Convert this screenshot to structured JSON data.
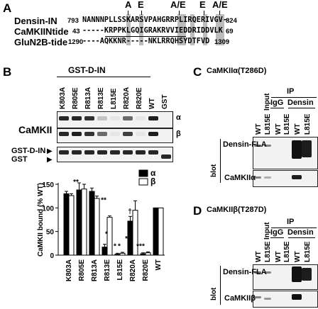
{
  "panelA": {
    "letter": "A",
    "rows": [
      {
        "name": "Densin-IN",
        "start": "793",
        "seq": "NANNNPLLSSKARSVPAHGRRPLIRQERIVGV-",
        "end": "824"
      },
      {
        "name": "CaMKIINtide",
        "start": "43",
        "seq": "-----KRPPKLGQIGRAKRVVIEDDRIDDVLK",
        "end": "69"
      },
      {
        "name": "GluN2B-tide",
        "start": "1290",
        "seq": "----AQKKNR-----NKLRRQHSYDTFVD",
        "end": "1309"
      }
    ],
    "mutation_labels": [
      "A",
      "E",
      "A/E",
      "E",
      "A/E"
    ]
  },
  "panelB": {
    "letter": "B",
    "header": "GST-D-IN",
    "lanes": [
      "K803A",
      "R805E",
      "R813A",
      "R813E",
      "L815E",
      "R820A",
      "R820E",
      "WT",
      "GST"
    ],
    "blot_label": "CaMKII",
    "alpha": "α",
    "beta": "β",
    "gst_din_label": "GST-D-IN",
    "gst_label": "GST",
    "chart_data": {
      "type": "bar",
      "ylabel": "CaMKII bound (% WT)",
      "ylim": [
        0,
        150
      ],
      "yticks": [
        "0",
        "50",
        "100",
        "150"
      ],
      "categories": [
        "K803A",
        "R805E",
        "R813A",
        "R813E",
        "L815E",
        "R820A",
        "R820E",
        "WT"
      ],
      "series": [
        {
          "name": "α",
          "color": "#000000",
          "values": [
            130,
            138,
            135,
            17,
            2,
            72,
            3,
            100
          ],
          "errors": [
            5,
            15,
            7,
            6,
            2,
            10,
            2,
            0
          ]
        },
        {
          "name": "β",
          "color": "#ffffff",
          "values": [
            126,
            140,
            120,
            80,
            4,
            95,
            5,
            100
          ],
          "errors": [
            4,
            10,
            5,
            3,
            2,
            20,
            2,
            0
          ]
        }
      ],
      "annotations": [
        "**",
        "**",
        "*",
        "*",
        "†",
        "**",
        "*",
        "**",
        "*"
      ]
    }
  },
  "panelC": {
    "letter": "C",
    "title": "CaMKIIα(T286D)",
    "input": "Input",
    "ip": "IP",
    "igg": "IgG",
    "densin": "Densin",
    "lanes": [
      "WT",
      "L815E",
      "WT",
      "L815E",
      "WT",
      "L815E"
    ],
    "rows": [
      "Densin-FLA",
      "CaMKIIα"
    ],
    "blot": "blot"
  },
  "panelD": {
    "letter": "D",
    "title": "CaMKIIβ(T287D)",
    "input": "Input",
    "ip": "IP",
    "igg": "IgG",
    "densin": "Densin",
    "lanes": [
      "WT",
      "L815E",
      "WT",
      "L815E",
      "WT",
      "L815E"
    ],
    "rows": [
      "Densin-FLA",
      "CaMKIIβ"
    ],
    "blot": "blot"
  }
}
